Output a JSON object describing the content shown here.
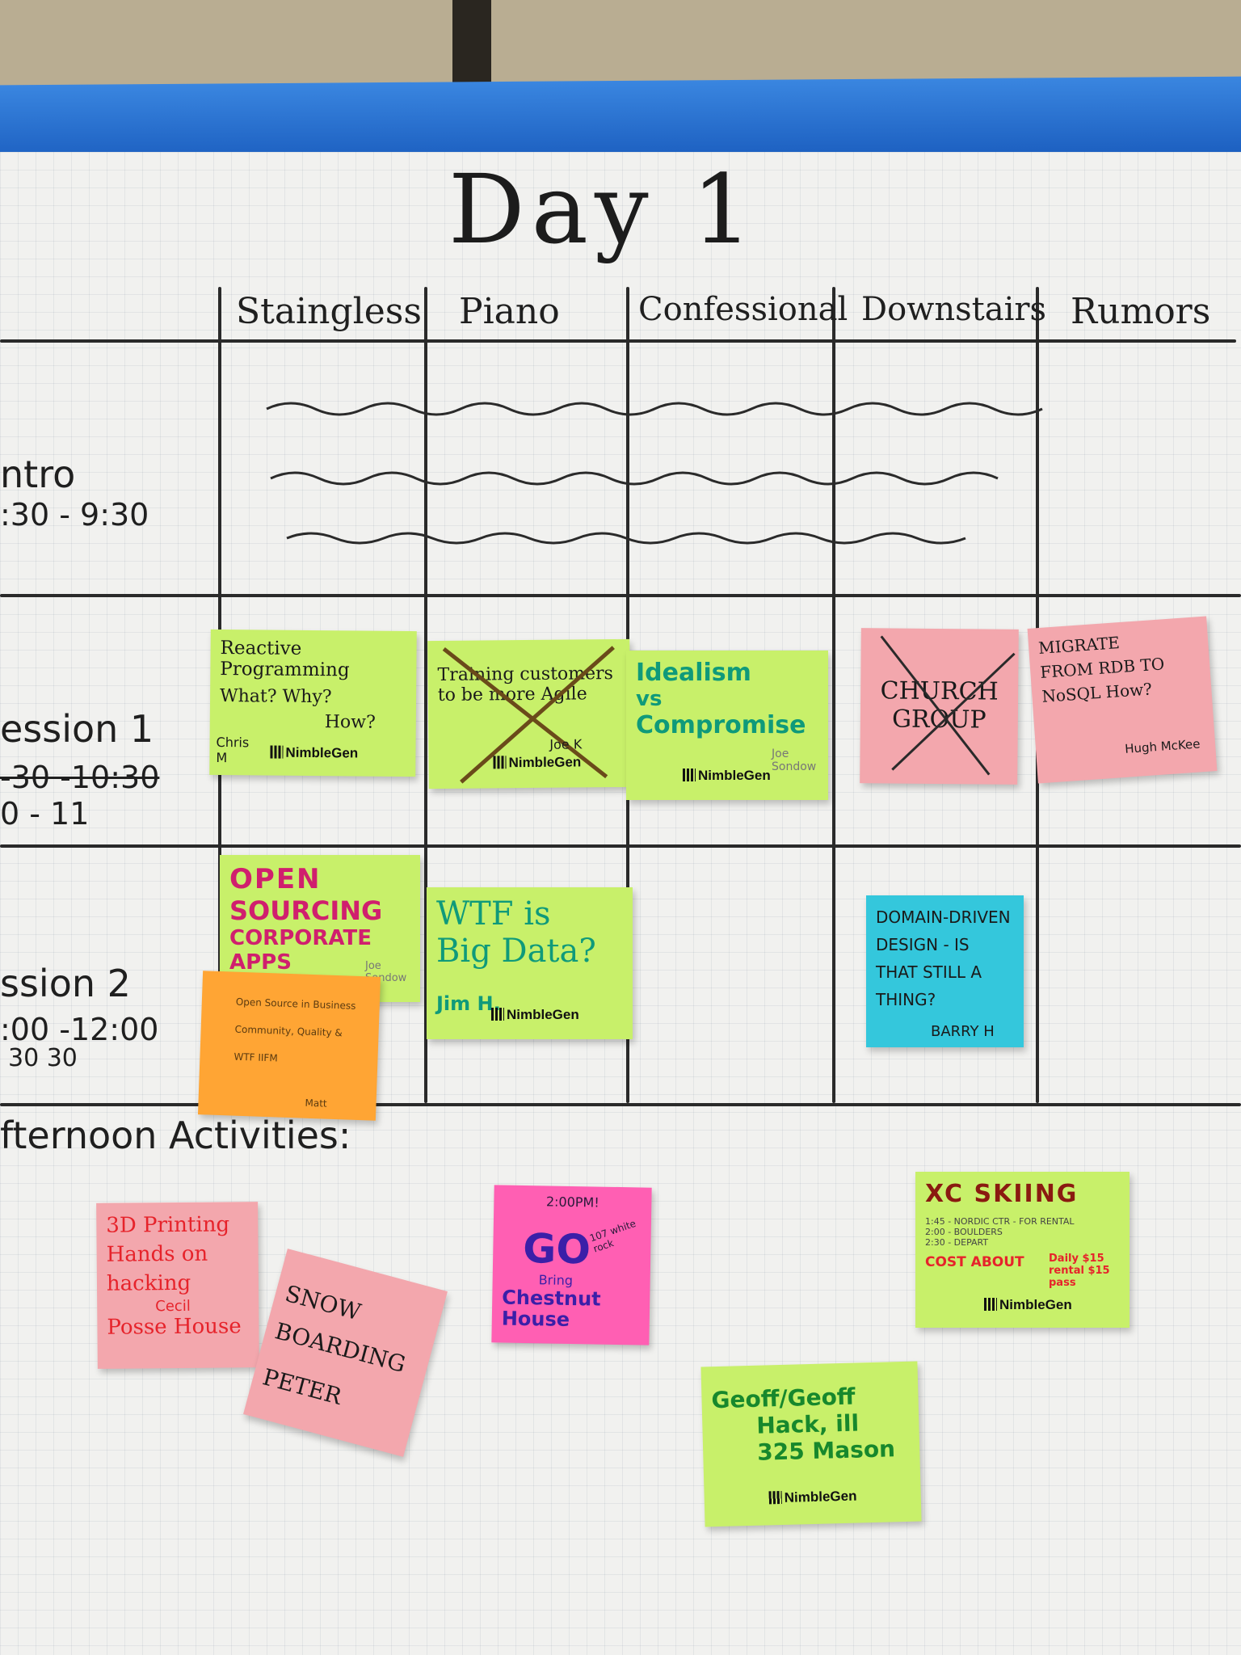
{
  "board": {
    "title": "Day 1",
    "columns": [
      "Staingless",
      "Piano",
      "Confessional",
      "Downstairs",
      "Rumors"
    ],
    "rows": {
      "intro": {
        "label": "ntro",
        "time": ":30 - 9:30"
      },
      "session1": {
        "label": "ession 1",
        "time_old": "-30 -10:30",
        "time_new": "0 - 11"
      },
      "session2": {
        "label": "ssion 2",
        "time": ":00 -12:00",
        "time_extra": "30    30"
      }
    },
    "afternoon_label": "fternoon Activities:"
  },
  "notes": {
    "reactive": {
      "line1": "Reactive Programming",
      "line2": "What? Why?",
      "line3": "How?",
      "author": "Chris M",
      "logo": "NimbleGen"
    },
    "training": {
      "text": "Training customers to be more Agile",
      "author": "Joe K",
      "logo": "NimbleGen",
      "crossed": true
    },
    "idealism": {
      "line1": "Idealism",
      "line2": "vs",
      "line3": "Compromise",
      "author": "Joe Sondow",
      "logo": "NimbleGen"
    },
    "church": {
      "text": "CHURCH GROUP",
      "crossed": true
    },
    "migrate": {
      "text": "MIGRATE FROM RDB TO NoSQL How?",
      "author": "Hugh McKee"
    },
    "opensource": {
      "line1": "OPEN",
      "line2": "SOURCING",
      "line3": "CORPORATE",
      "line4": "APPS",
      "author": "Joe Sondow"
    },
    "orange": {
      "text": "Open Source in Business Community, Quality & WTF IIFM",
      "author": "Matt"
    },
    "wtf": {
      "line1": "WTF is",
      "line2": "Big Data?",
      "author": "Jim H.",
      "logo": "NimbleGen"
    },
    "ddd": {
      "text": "DOMAIN-DRIVEN DESIGN - IS THAT STILL A THING?",
      "author": "BARRY H"
    },
    "printing": {
      "text": "3D Printing Hands on hacking",
      "extra": "Cecil",
      "place": "Posse House"
    },
    "snow": {
      "text": "SNOW BOARDING",
      "author": "PETER"
    },
    "go": {
      "time": "2:00PM!",
      "side": "107 white rock",
      "title": "GO",
      "sub": "Bring",
      "place": "Chestnut House"
    },
    "xc": {
      "title": "XC SKIING",
      "l1": "1:45 - NORDIC CTR - FOR RENTAL",
      "l2": "2:00 - BOULDERS",
      "l3": "2:30 - DEPART",
      "cost": "COST ABOUT",
      "price": "Daily $15 rental $15 pass",
      "logo": "NimbleGen"
    },
    "geoff": {
      "l1": "Geoff/Geoff",
      "l2": "Hack, ill",
      "l3": "325 Mason",
      "logo": "NimbleGen"
    }
  }
}
